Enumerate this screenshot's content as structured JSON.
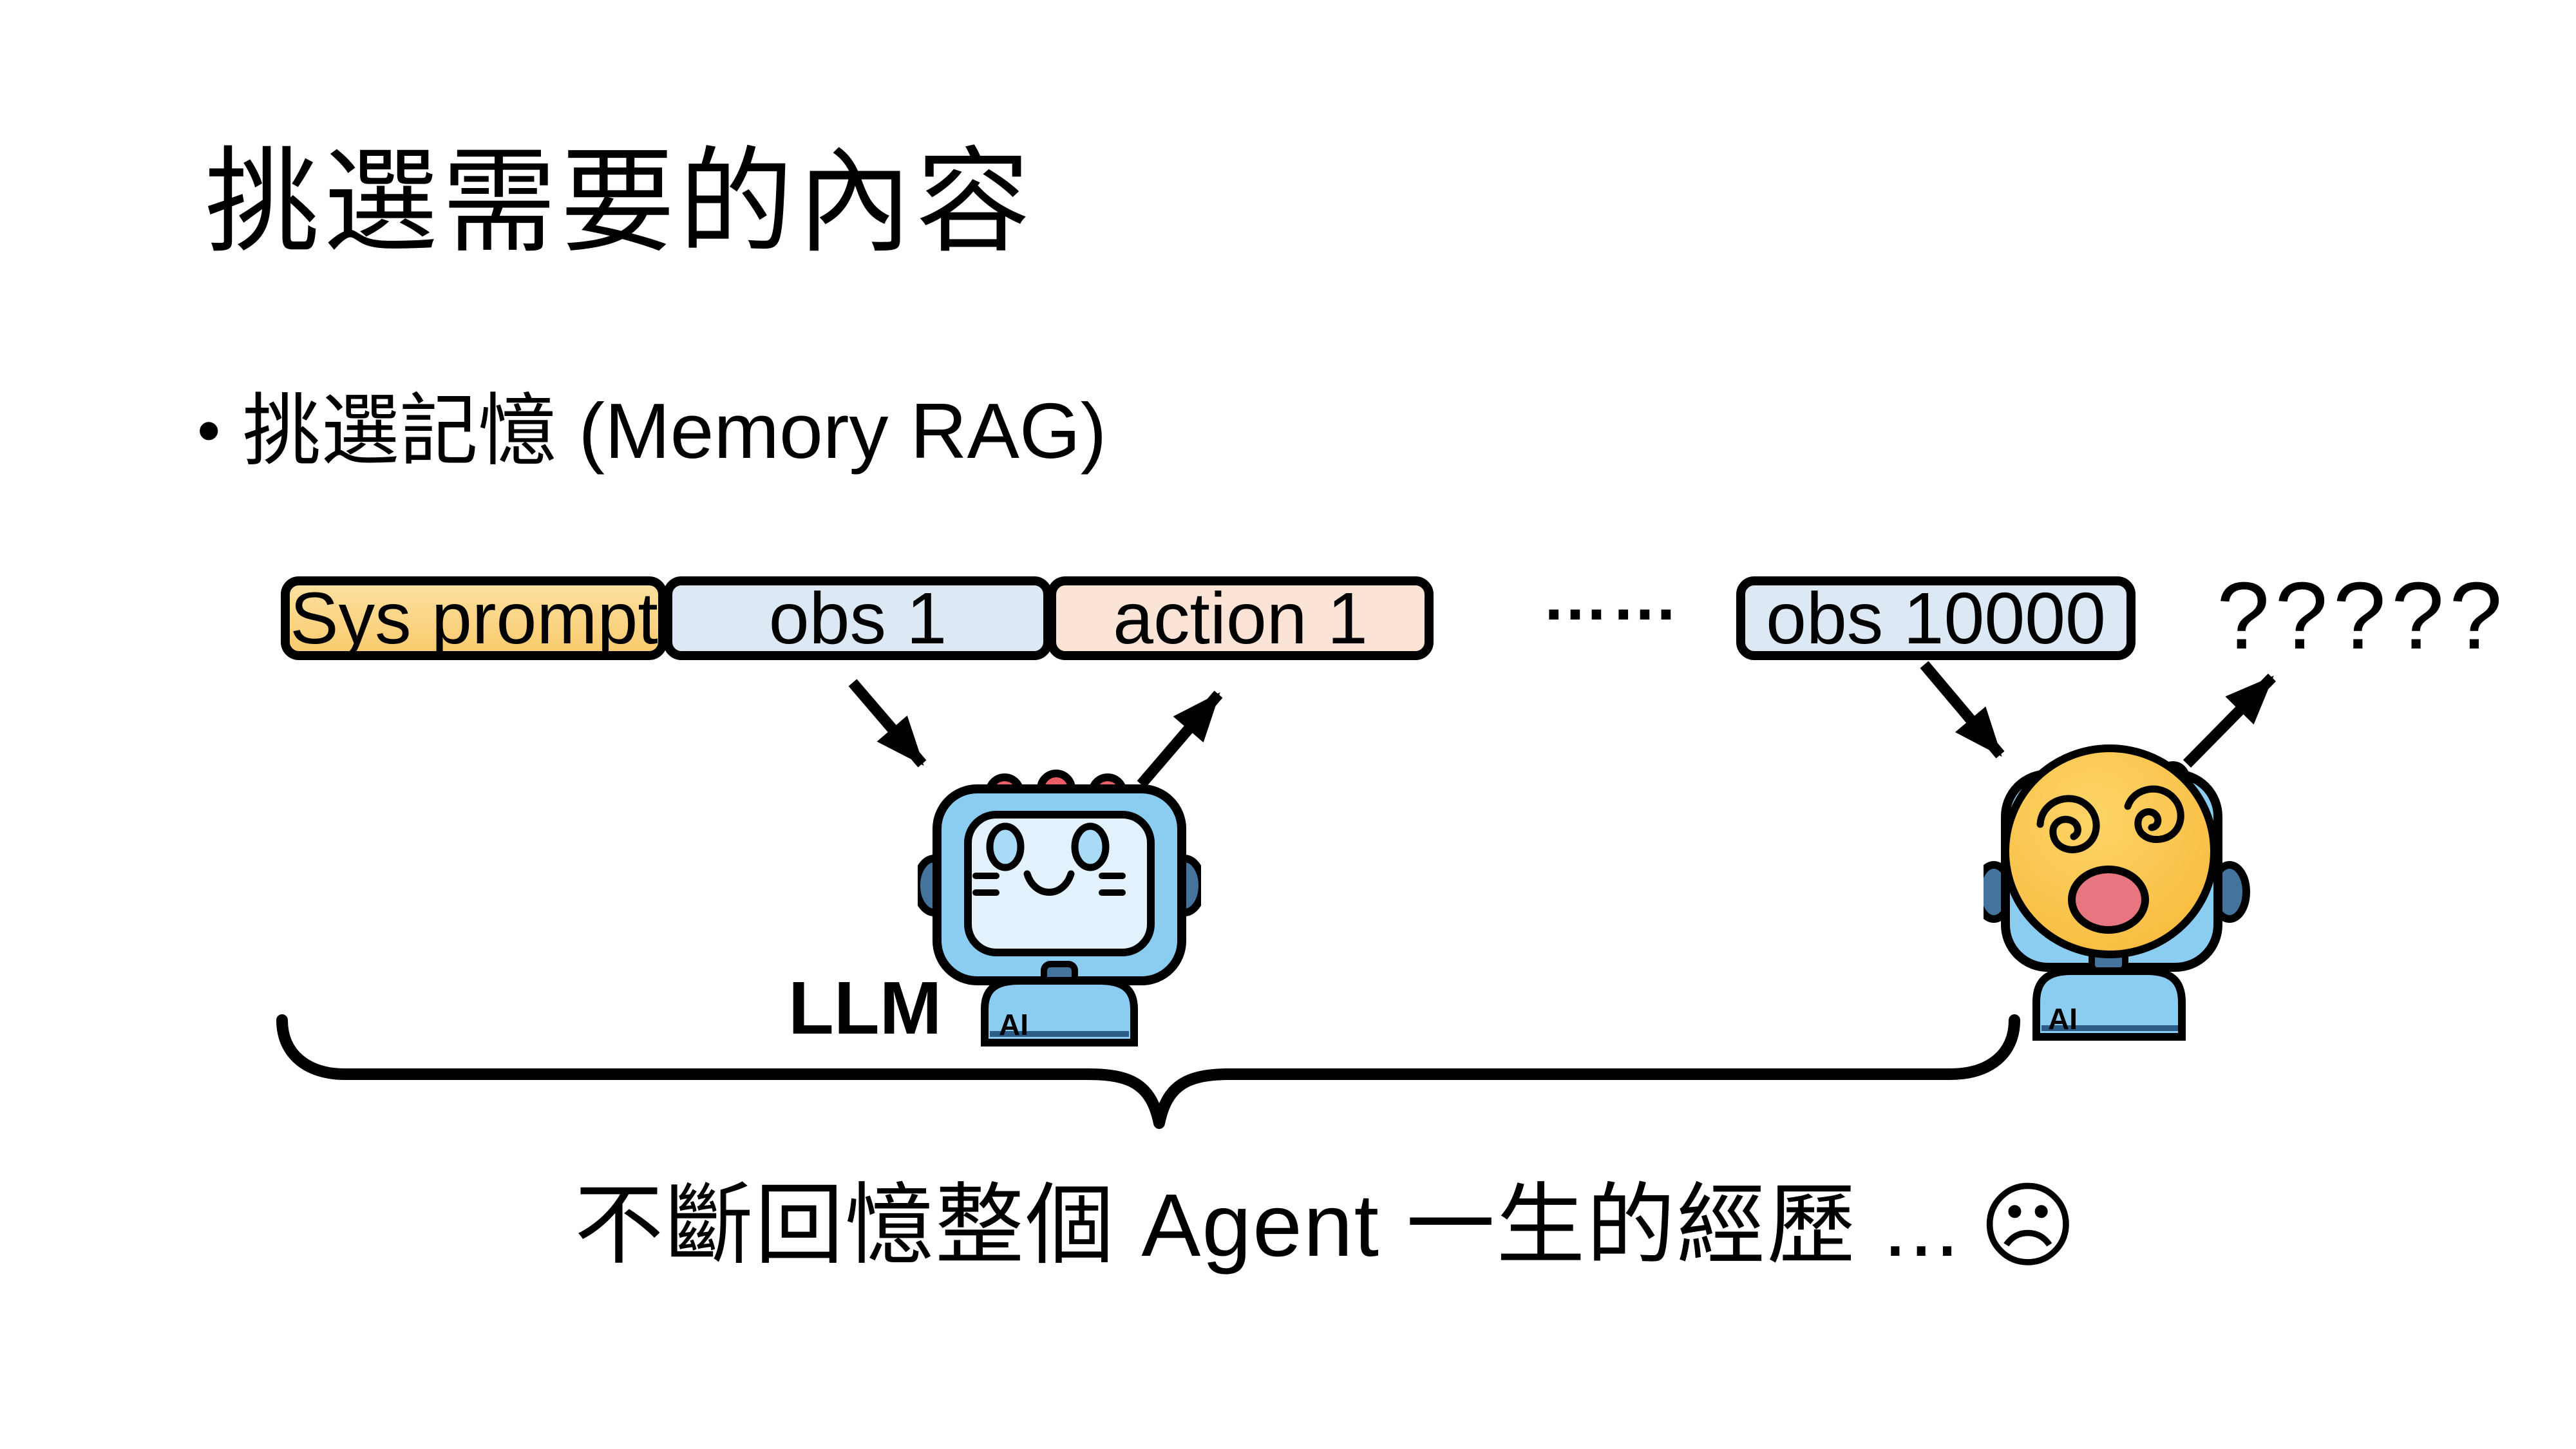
{
  "slide": {
    "title": "挑選需要的內容",
    "bullet": {
      "marker": "•",
      "text": "挑選記憶 (Memory RAG)"
    },
    "timeline": {
      "sys_prompt": "Sys prompt",
      "obs1": "obs 1",
      "action1": "action 1",
      "ellipsis": "……",
      "obs10000": "obs 10000",
      "question_marks": "?????"
    },
    "llm_label": "LLM",
    "ai_badge": "AI",
    "caption_text": "不斷回憶整個 Agent 一生的經歷 ...",
    "caption_emoji": "☹"
  },
  "colors": {
    "slide_bg": "#FFFFFF",
    "text": "#000000",
    "box_border": "#000000",
    "sys_prompt_top": "#FCE09E",
    "sys_prompt_bottom": "#FACB6F",
    "obs_fill": "#DCE9F5",
    "action_fill": "#FBE4D5",
    "arrow_black": "#000000",
    "robot_blue": "#8BCDF1",
    "robot_screen": "#E2F1FB",
    "robot_dark": "#44749D",
    "bump_red": "#EB5D64",
    "eye_blue": "#A9DAF6",
    "body_shadow": "#2B5D88",
    "face_yellow_light": "#FDD468",
    "face_yellow": "#F8BA3C",
    "mouth_pink": "#E87680"
  }
}
